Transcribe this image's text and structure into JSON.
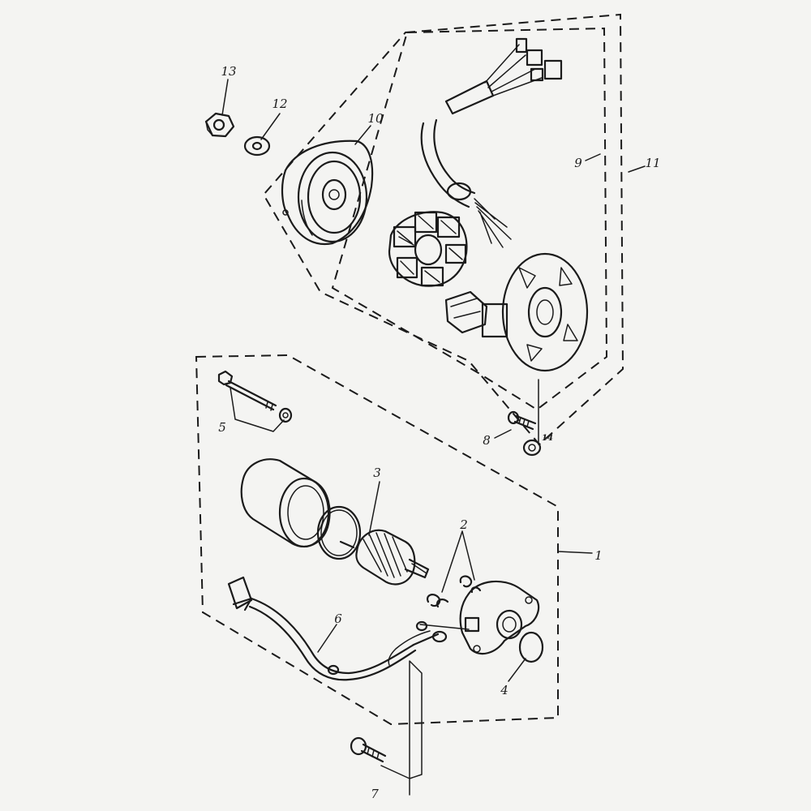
{
  "callouts": {
    "c1": "1",
    "c2": "2",
    "c3": "3",
    "c4": "4",
    "c5": "5",
    "c6": "6",
    "c7": "7",
    "c8": "8",
    "c9": "9",
    "c10": "10",
    "c11": "11",
    "c12": "12",
    "c13": "13",
    "c14": "14"
  },
  "colors": {
    "ink": "#1b1b1b",
    "paper": "#f4f4f2"
  }
}
